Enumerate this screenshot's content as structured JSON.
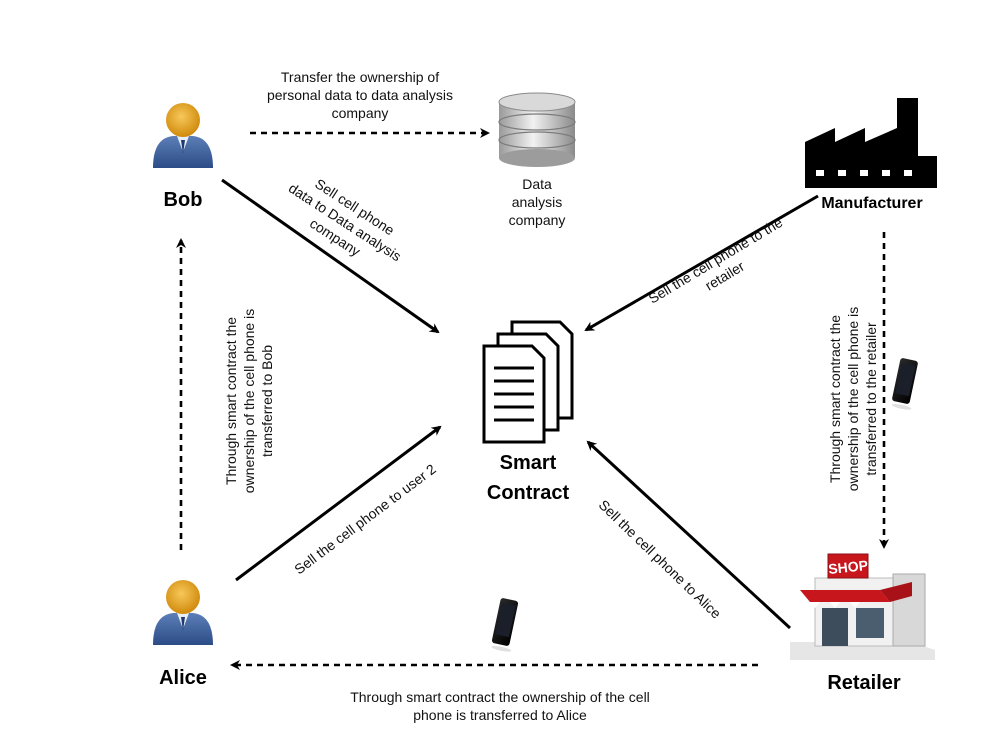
{
  "nodes": {
    "bob": "Bob",
    "alice": "Alice",
    "manufacturer": "Manufacturer",
    "retailer": "Retailer",
    "data_company": [
      "Data",
      "analysis",
      "company"
    ],
    "smart_contract": [
      "Smart",
      "Contract"
    ],
    "shop_sign": "SHOP"
  },
  "edges": {
    "bob_to_data": [
      "Transfer the ownership of",
      "personal data to data analysis",
      "company"
    ],
    "bob_to_contract": [
      "Sell cell phone",
      "data to Data analysis",
      "company"
    ],
    "manufacturer_to_contract": [
      "Sell the cell phone to the",
      "retailer"
    ],
    "manufacturer_to_retailer": [
      "Through smart contract the",
      "ownership of the cell phone is",
      "transferred to the retailer"
    ],
    "alice_to_bob": [
      "Through smart contract the",
      "ownership of the cell phone is",
      "transferred to Bob"
    ],
    "alice_to_contract": "Sell the cell phone to user 2",
    "retailer_to_contract": "Sell the cell phone to Alice",
    "retailer_to_alice": [
      "Through smart contract the ownership of the cell",
      "phone is transferred to Alice"
    ]
  },
  "icons": {
    "bob": "user-icon",
    "alice": "user-icon",
    "data_company": "database-icon",
    "manufacturer": "factory-icon",
    "retailer": "shop-icon",
    "smart_contract": "documents-icon",
    "phone": "phone-icon"
  }
}
